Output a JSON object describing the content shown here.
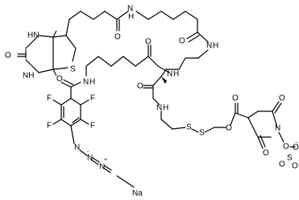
{
  "molecule": {
    "atoms": {
      "HN_biotin_top": "HN",
      "NH_biotin_bottom": "NH",
      "S_biotin": "S",
      "O_ureido": "O",
      "O_valerate": "O",
      "NH_linker1": "N",
      "H_linker1": "H",
      "O_linker1": "O",
      "NH_linker2": "N",
      "H_linker2": "H",
      "O_amide3": "O",
      "NH_lysine": "N",
      "H_lysine": "H",
      "O_lysine": "O",
      "NH_hexanoyl": "N",
      "H_hexanoyl": "H",
      "O_benzamide": "O",
      "NH_cystamine": "N",
      "H_cystamine": "H",
      "S1_disulfide": "S",
      "S2_disulfide": "S",
      "O_ester_carbonyl": "O",
      "O_ester": "O",
      "O_succ_top": "O",
      "O_succ_bottom": "O",
      "N_succinimide": "N",
      "O_NO": "O",
      "S_sulfonate": "S",
      "O_sulfonate_top": "O",
      "O_sulfonate_bottom": "O",
      "O_sulfonate_minus": "O",
      "minus_charge": "-",
      "F_left_top": "F",
      "F_right_top": "F",
      "F_left_bottom": "F",
      "F_right_bottom": "F",
      "N_azide_1": "N",
      "N_azide_2": "N",
      "N_azide_3": "N",
      "azide_charge_minus": "-",
      "azide_charge_plus": "+",
      "Na": "Na"
    }
  }
}
